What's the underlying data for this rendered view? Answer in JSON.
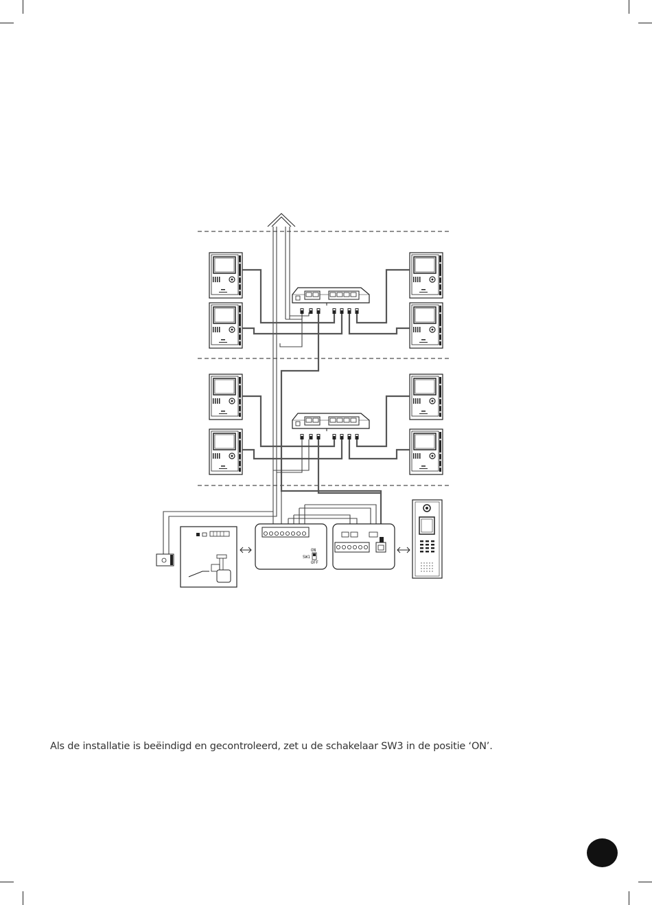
{
  "diagram": {
    "sw1_label": "SW1",
    "on_label": "ON",
    "off_label": "OFF"
  },
  "caption": "Als de installatie is beëindigd en gecontroleerd, zet u de schakelaar SW3 in de positie ‘ON’.",
  "colors": {
    "ink": "#222222",
    "wire": "#555555",
    "page_dot": "#111111"
  }
}
